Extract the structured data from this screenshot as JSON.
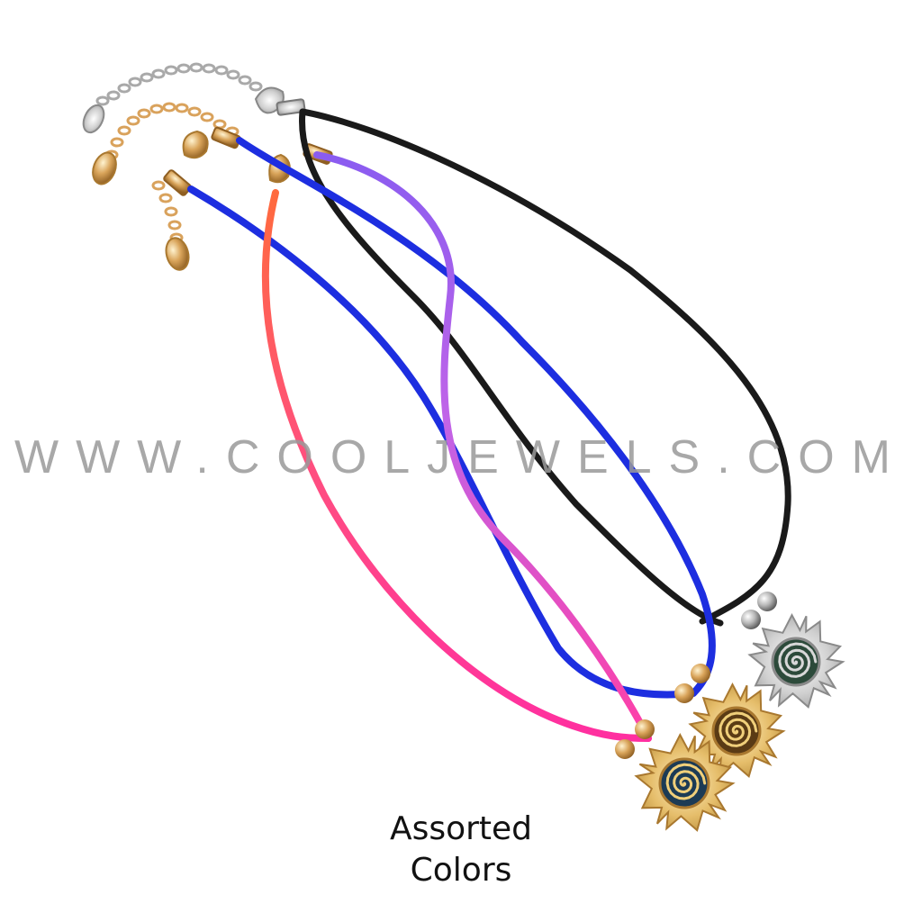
{
  "watermark": {
    "text": "WWW.COOLJEWELS.COM"
  },
  "caption": {
    "line1": "Assorted",
    "line2": "Colors"
  },
  "colors": {
    "cord_black": "#1a1a1a",
    "cord_blue": "#1d2ee0",
    "cord_purple_pink": "#8a5cf0",
    "cord_orange_pink": "#ff4f6e",
    "gold": "#e0b865",
    "silver": "#c8c8c8"
  },
  "pendants": [
    {
      "metal": "silver",
      "center_color": "#2c4a3a"
    },
    {
      "metal": "gold",
      "center_color": "#5a3b15"
    },
    {
      "metal": "gold",
      "center_color": "#1c3b55"
    }
  ]
}
